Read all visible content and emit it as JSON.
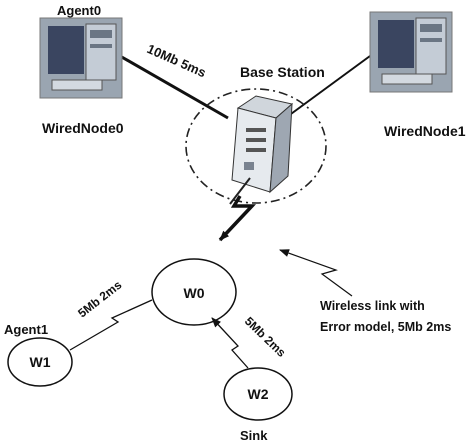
{
  "nodes": {
    "wired0": {
      "top_label": "Agent0",
      "bottom_label": "WiredNode0"
    },
    "base": {
      "label": "Base Station"
    },
    "wired1": {
      "label": "WiredNode1"
    },
    "w0": {
      "label": "W0"
    },
    "w1": {
      "label": "W1",
      "top_label": "Agent1"
    },
    "w2": {
      "label": "W2",
      "bottom_label": "Sink"
    }
  },
  "links": {
    "wired0_base": "10Mb 5ms",
    "w1_w0": "5Mb 2ms",
    "w2_w0": "5Mb 2ms"
  },
  "annotation": {
    "line1": "Wireless link with",
    "line2": "Error model, 5Mb 2ms"
  },
  "colors": {
    "ink": "#111111",
    "monitor_bezel": "#8f99a6",
    "screen": "#2d3a52"
  }
}
